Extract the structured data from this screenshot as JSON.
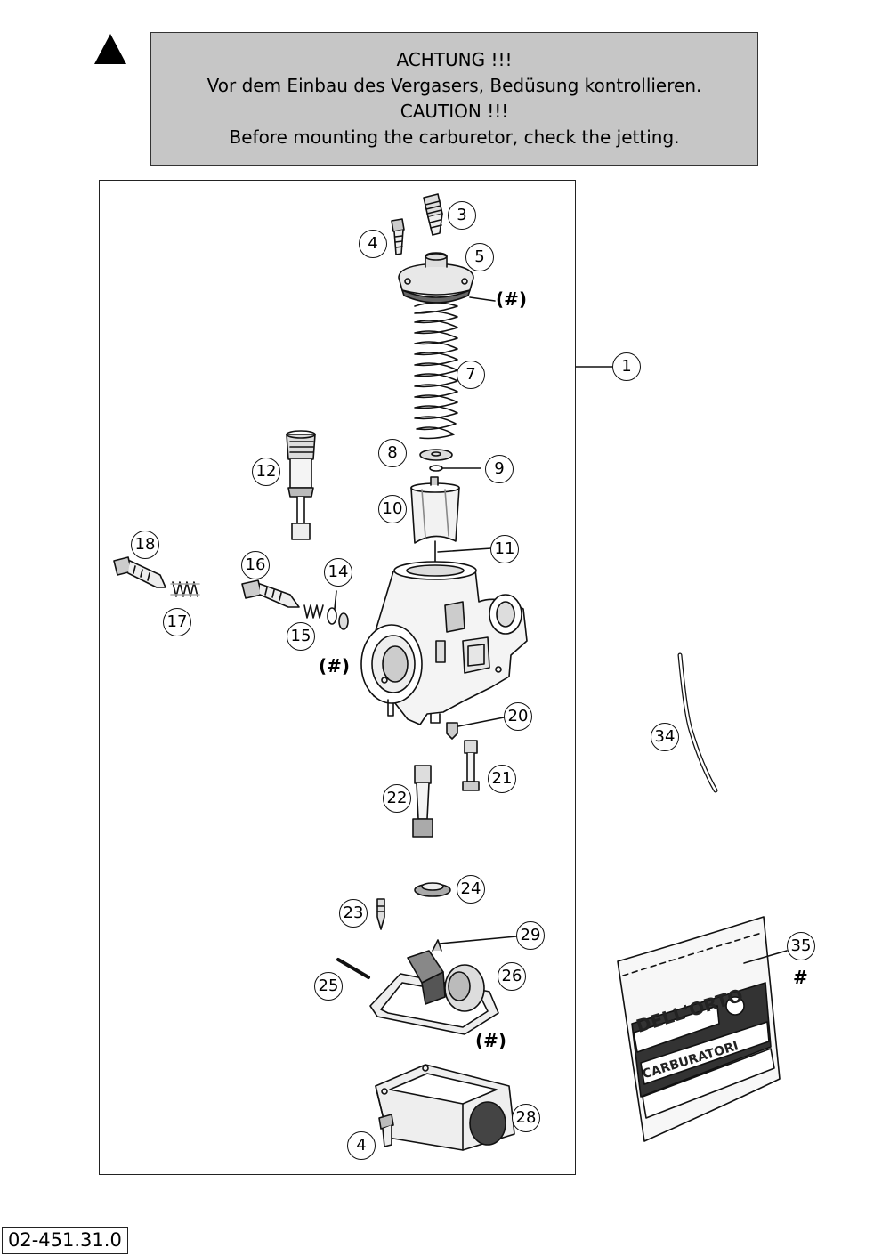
{
  "caution": {
    "lines": [
      "ACHTUNG !!!",
      "Vor dem Einbau des Vergasers, Bedüsung kontrollieren.",
      "CAUTION !!!",
      "Before mounting the carburetor, check the jetting."
    ]
  },
  "callouts": {
    "c1": "1",
    "c3": "3",
    "c4a": "4",
    "c4b": "4",
    "c5": "5",
    "c7": "7",
    "c8": "8",
    "c9": "9",
    "c10": "10",
    "c11": "11",
    "c12": "12",
    "c14": "14",
    "c15": "15",
    "c16": "16",
    "c17": "17",
    "c18": "18",
    "c20": "20",
    "c21": "21",
    "c22": "22",
    "c23": "23",
    "c24": "24",
    "c25": "25",
    "c26": "26",
    "c28": "28",
    "c29": "29",
    "c34": "34",
    "c35": "35"
  },
  "notes": {
    "n_top": "(#)",
    "n_left": "(#)",
    "n_bottom": "(#)",
    "n_kit": "#"
  },
  "bag": {
    "brand": "DELL'ORTO",
    "label": "CARBURATORI"
  },
  "part_number": "02-451.31.0"
}
